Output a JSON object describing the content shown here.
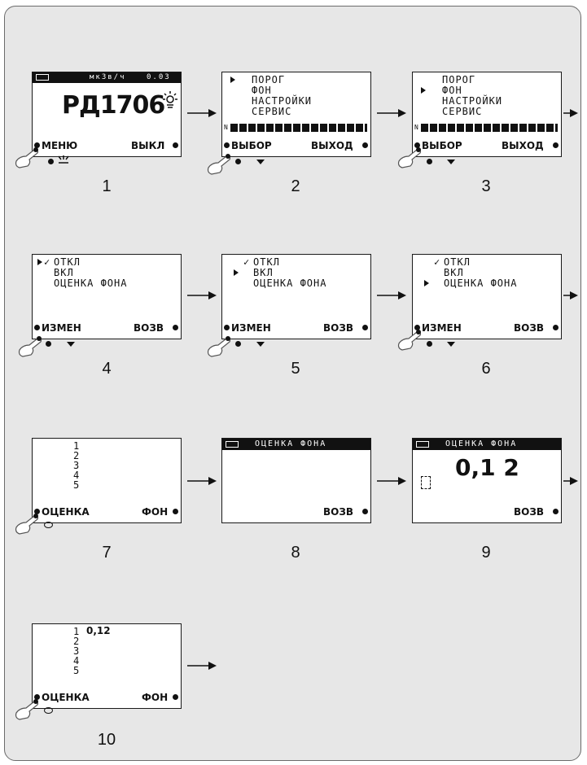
{
  "steps": [
    {
      "number": "1",
      "status_unit": "мкЗв/ч",
      "status_value": "0.03",
      "device_name": "РД1706",
      "left_softkey": "МЕНЮ",
      "right_softkey": "ВЫКЛ"
    },
    {
      "number": "2",
      "menu": [
        "ПОРОГ",
        "ФОН",
        "НАСТРОЙКИ",
        "СЕРВИС"
      ],
      "bar_label": "N",
      "left_softkey": "ВЫБОР",
      "right_softkey": "ВЫХОД"
    },
    {
      "number": "3",
      "menu": [
        "ПОРОГ",
        "ФОН",
        "НАСТРОЙКИ",
        "СЕРВИС"
      ],
      "bar_label": "N",
      "left_softkey": "ВЫБОР",
      "right_softkey": "ВЫХОД"
    },
    {
      "number": "4",
      "menu": [
        "ОТКЛ",
        "ВКЛ",
        "ОЦЕНКА ФОНА"
      ],
      "check": "✓",
      "left_softkey": "ИЗМЕН",
      "right_softkey": "ВОЗВ"
    },
    {
      "number": "5",
      "menu": [
        "ОТКЛ",
        "ВКЛ",
        "ОЦЕНКА ФОНА"
      ],
      "check": "✓",
      "left_softkey": "ИЗМЕН",
      "right_softkey": "ВОЗВ"
    },
    {
      "number": "6",
      "menu": [
        "ОТКЛ",
        "ВКЛ",
        "ОЦЕНКА ФОНА"
      ],
      "check": "✓",
      "left_softkey": "ИЗМЕН",
      "right_softkey": "ВОЗВ"
    },
    {
      "number": "7",
      "list": [
        "1",
        "2",
        "3",
        "4",
        "5"
      ],
      "left_softkey": "ОЦЕНКА",
      "right_softkey": "ФОН"
    },
    {
      "number": "8",
      "title": "ОЦЕНКА ФОНА",
      "right_softkey": "ВОЗВ"
    },
    {
      "number": "9",
      "title": "ОЦЕНКА ФОНА",
      "value": "0,1 2",
      "right_softkey": "ВОЗВ"
    },
    {
      "number": "10",
      "list": [
        "1",
        "2",
        "3",
        "4",
        "5"
      ],
      "first_value": "0,12",
      "left_softkey": "ОЦЕНКА",
      "right_softkey": "ФОН"
    }
  ],
  "colors": {
    "background": "#e7e7e7",
    "screen": "#ffffff",
    "ink": "#111111"
  }
}
